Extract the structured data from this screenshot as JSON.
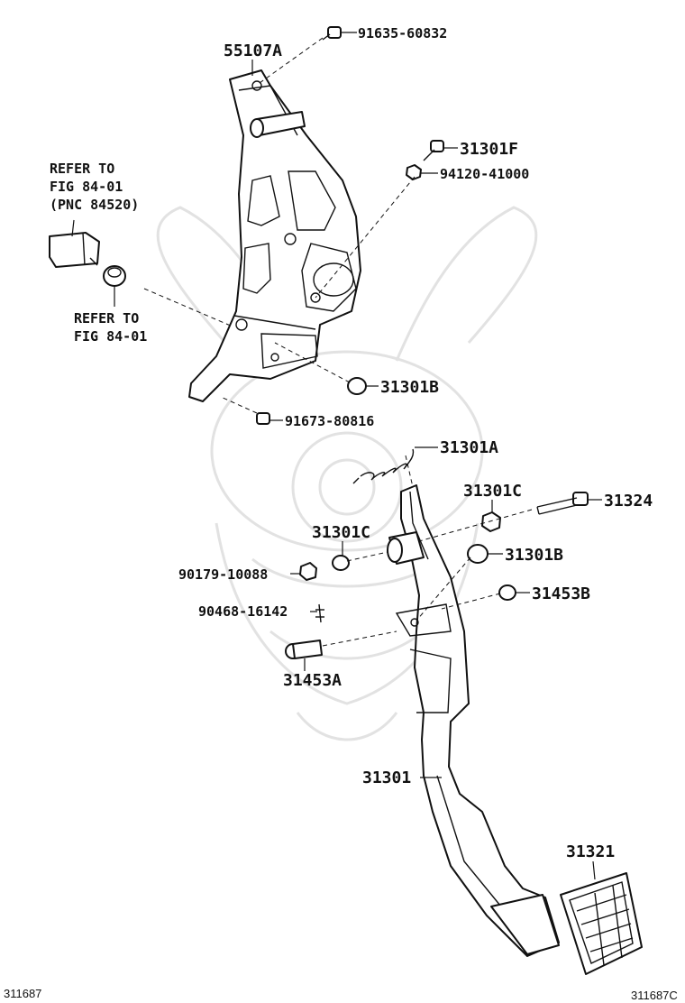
{
  "diagram": {
    "labels": {
      "p55107A": "55107A",
      "p91635": "91635-60832",
      "p31301F": "31301F",
      "p94120": "94120-41000",
      "refer_pnc_line1": "REFER TO",
      "refer_pnc_line2": "FIG 84-01",
      "refer_pnc_line3": "(PNC 84520)",
      "refer_line1": "REFER TO",
      "refer_line2": "FIG 84-01",
      "p31301B_top": "31301B",
      "p91673": "91673-80816",
      "p31301A": "31301A",
      "p31301C_right": "31301C",
      "p31324": "31324",
      "p31301C_left": "31301C",
      "p31301B_mid": "31301B",
      "p90179": "90179-10088",
      "p31453B": "31453B",
      "p90468": "90468-16142",
      "p31453A": "31453A",
      "p31301": "31301",
      "p31321": "31321"
    },
    "footer": {
      "left_code": "311687",
      "right_code": "311687C"
    },
    "watermark_icon": "samurai-helmet-watermark"
  }
}
